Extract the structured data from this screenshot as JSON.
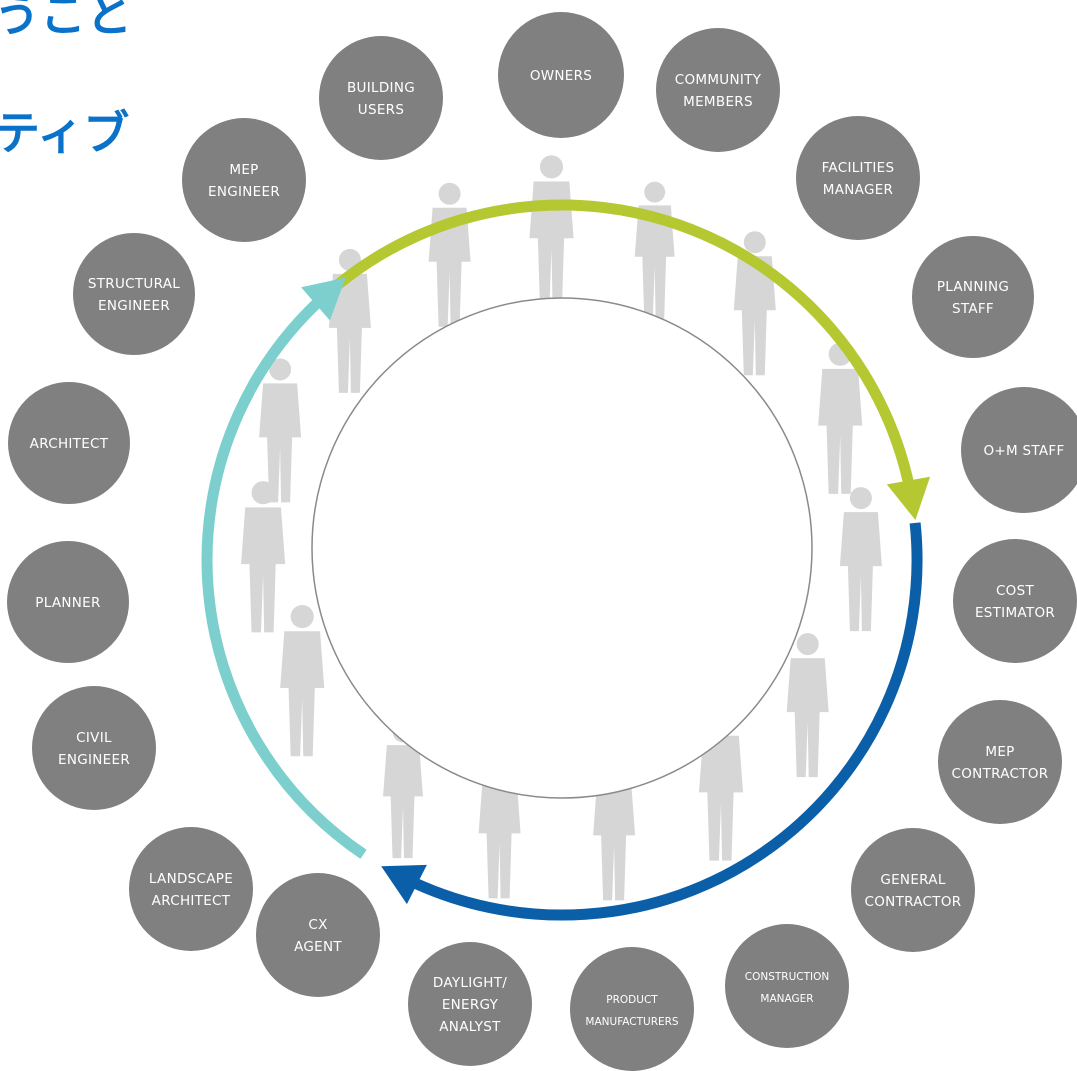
{
  "heading": {
    "line1": "うこと",
    "line2": "ティブ"
  },
  "colors": {
    "node_fill": "#808080",
    "arrow_green": "#b5c832",
    "arrow_blue": "#0a5fa8",
    "arrow_teal": "#7ccfcd",
    "heading_blue": "#0a72c9",
    "silhouette": "#d6d6d6",
    "inner_ring_stroke": "#8a8a8a"
  },
  "nodes": [
    {
      "id": "owners",
      "lines": [
        "OWNERS"
      ]
    },
    {
      "id": "community-members",
      "lines": [
        "COMMUNITY",
        "MEMBERS"
      ]
    },
    {
      "id": "facilities-manager",
      "lines": [
        "FACILITIES",
        "MANAGER"
      ]
    },
    {
      "id": "planning-staff",
      "lines": [
        "PLANNING",
        "STAFF"
      ]
    },
    {
      "id": "om-staff",
      "lines": [
        "O+M STAFF"
      ]
    },
    {
      "id": "cost-estimator",
      "lines": [
        "COST",
        "ESTIMATOR"
      ]
    },
    {
      "id": "mep-contractor",
      "lines": [
        "MEP",
        "CONTRACTOR"
      ]
    },
    {
      "id": "general-contractor",
      "lines": [
        "GENERAL",
        "CONTRACTOR"
      ]
    },
    {
      "id": "construction-manager",
      "lines": [
        "CONSTRUCTION",
        "MANAGER"
      ]
    },
    {
      "id": "product-manufacturers",
      "lines": [
        "PRODUCT",
        "MANUFACTURERS"
      ]
    },
    {
      "id": "daylight-energy-analyst",
      "lines": [
        "DAYLIGHT/",
        "ENERGY",
        "ANALYST"
      ]
    },
    {
      "id": "cx-agent",
      "lines": [
        "CX",
        "AGENT"
      ]
    },
    {
      "id": "landscape-architect",
      "lines": [
        "LANDSCAPE",
        "ARCHITECT"
      ]
    },
    {
      "id": "civil-engineer",
      "lines": [
        "CIVIL",
        "ENGINEER"
      ]
    },
    {
      "id": "planner",
      "lines": [
        "PLANNER"
      ]
    },
    {
      "id": "architect",
      "lines": [
        "ARCHITECT"
      ]
    },
    {
      "id": "structural-engineer",
      "lines": [
        "STRUCTURAL",
        "ENGINEER"
      ]
    },
    {
      "id": "mep-engineer",
      "lines": [
        "MEP",
        "ENGINEER"
      ]
    },
    {
      "id": "building-users",
      "lines": [
        "BUILDING",
        "USERS"
      ]
    }
  ]
}
